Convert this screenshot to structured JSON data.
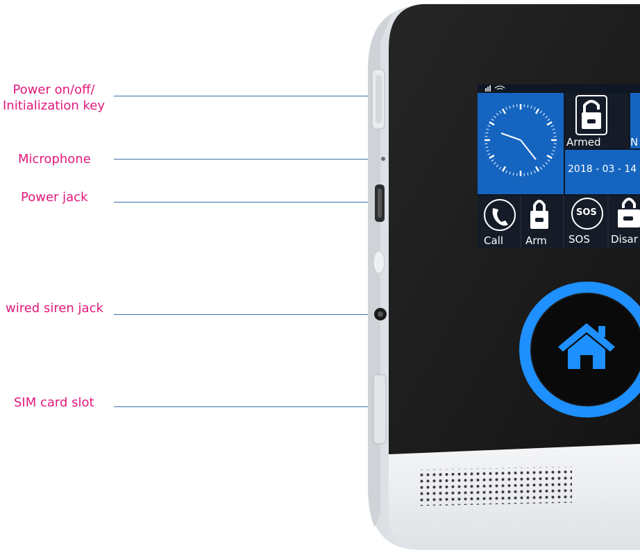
{
  "callouts": {
    "power_key": "Power on/off/\nInitialization key",
    "microphone": "Microphone",
    "power_jack": "Power jack",
    "siren_jack": "wired siren jack",
    "sim_slot": "SIM card slot"
  },
  "screen": {
    "armed_label": "Armed",
    "next_label_partial": "N",
    "date": "2018 - 03 - 14",
    "buttons": [
      "Call",
      "Arm",
      "SOS",
      "Disar"
    ],
    "sos_icon_text": "SOS"
  },
  "colors": {
    "callout_text": "#e0187c",
    "leader_line": "#3a6ea8",
    "device_body": "#1c1c1c",
    "screen_blue": "#1565c0",
    "ring_blue": "#1e90ff",
    "home_blue": "#1e90ff"
  },
  "icons": [
    "clock-icon",
    "lock-icon",
    "phone-icon",
    "sos-icon",
    "home-icon",
    "signal-icon",
    "wifi-icon"
  ]
}
